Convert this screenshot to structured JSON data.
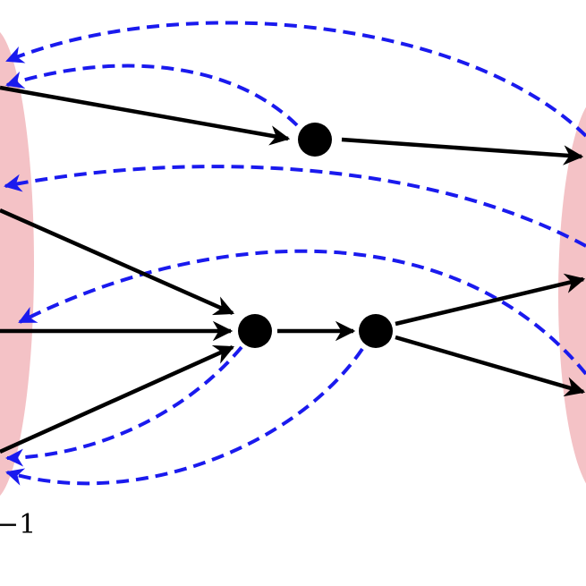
{
  "colors": {
    "background": "#ffffff",
    "region_fill": "#f4c2c6",
    "solid_arrow": "#000000",
    "dashed_arrow": "#1a1aee",
    "node": "#000000"
  },
  "labels": {
    "left_region_label": "−1"
  },
  "nodes": [
    {
      "id": "upper-node"
    },
    {
      "id": "middle-left-node"
    },
    {
      "id": "middle-right-node"
    }
  ],
  "edges": {
    "solid": [
      {
        "from": "left-region",
        "to": "upper-node"
      },
      {
        "from": "upper-node",
        "to": "right-region"
      },
      {
        "from": "left-region",
        "to": "middle-left-node"
      },
      {
        "from": "left-region",
        "to": "middle-left-node"
      },
      {
        "from": "left-region",
        "to": "middle-left-node"
      },
      {
        "from": "middle-left-node",
        "to": "middle-right-node"
      },
      {
        "from": "middle-right-node",
        "to": "right-region"
      },
      {
        "from": "middle-right-node",
        "to": "right-region"
      }
    ],
    "dashed": [
      {
        "from": "right-region",
        "to": "left-region"
      },
      {
        "from": "upper-node",
        "to": "left-region"
      },
      {
        "from": "right-region",
        "to": "left-region"
      },
      {
        "from": "right-region",
        "to": "left-region"
      },
      {
        "from": "middle-left-node",
        "to": "left-region"
      },
      {
        "from": "middle-right-node",
        "to": "left-region"
      }
    ]
  }
}
